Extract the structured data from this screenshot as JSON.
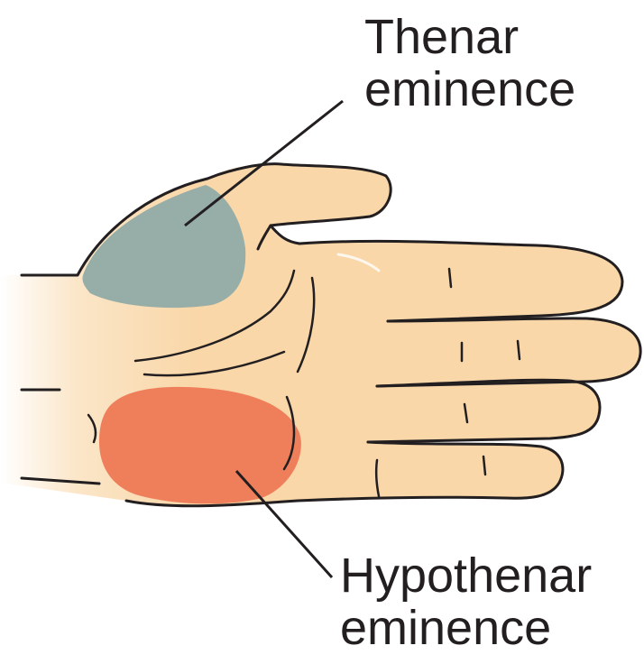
{
  "labels": {
    "thenar": {
      "line1": "Thenar",
      "line2": "eminence"
    },
    "hypothenar": {
      "line1": "Hypothenar",
      "line2": "eminence"
    }
  },
  "colors": {
    "skin": "#f9d7a9",
    "skin_light": "#fbe3c0",
    "outline": "#231f20",
    "thenar_region": "#96ada8",
    "hypothenar_region": "#ef7f5a",
    "background": "#ffffff"
  }
}
